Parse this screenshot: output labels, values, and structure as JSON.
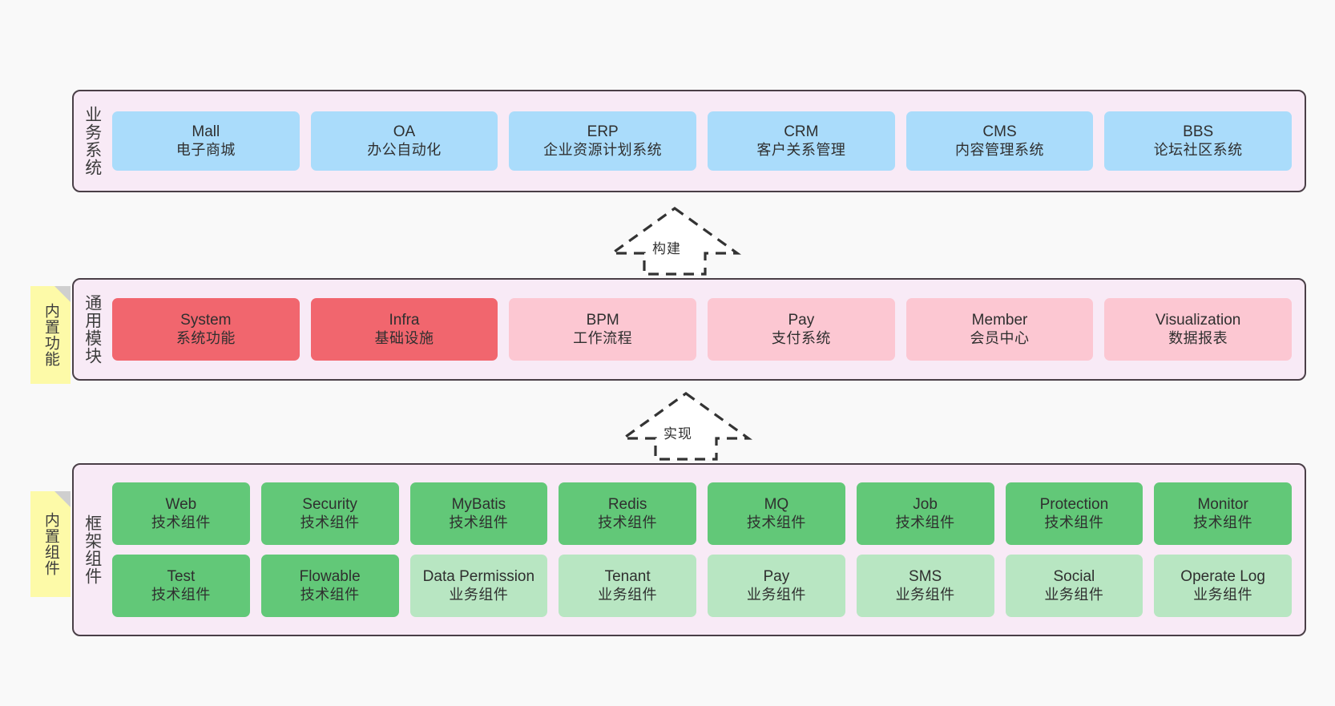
{
  "diagram": {
    "background_color": "#f9f9f9",
    "panel_color": "#f8eaf6",
    "panel_border_color": "#4a3f47",
    "sticky_color": "#fdfaa8"
  },
  "layers": [
    {
      "id": "business",
      "label": "业务系统",
      "sticky": null,
      "rows": [
        {
          "cards": [
            {
              "en": "Mall",
              "cn": "电子商城",
              "color": "#aadcfb",
              "style": "c-blue"
            },
            {
              "en": "OA",
              "cn": "办公自动化",
              "color": "#aadcfb",
              "style": "c-blue"
            },
            {
              "en": "ERP",
              "cn": "企业资源计划系统",
              "color": "#aadcfb",
              "style": "c-blue"
            },
            {
              "en": "CRM",
              "cn": "客户关系管理",
              "color": "#aadcfb",
              "style": "c-blue"
            },
            {
              "en": "CMS",
              "cn": "内容管理系统",
              "color": "#aadcfb",
              "style": "c-blue"
            },
            {
              "en": "BBS",
              "cn": "论坛社区系统",
              "color": "#aadcfb",
              "style": "c-blue"
            }
          ]
        }
      ]
    },
    {
      "id": "common",
      "label": "通用模块",
      "sticky": "内置功能",
      "rows": [
        {
          "cards": [
            {
              "en": "System",
              "cn": "系统功能",
              "color": "#f1666e",
              "style": "c-red"
            },
            {
              "en": "Infra",
              "cn": "基础设施",
              "color": "#f1666e",
              "style": "c-red"
            },
            {
              "en": "BPM",
              "cn": "工作流程",
              "color": "#fcc7d2",
              "style": "c-pink"
            },
            {
              "en": "Pay",
              "cn": "支付系统",
              "color": "#fcc7d2",
              "style": "c-pink"
            },
            {
              "en": "Member",
              "cn": "会员中心",
              "color": "#fcc7d2",
              "style": "c-pink"
            },
            {
              "en": "Visualization",
              "cn": "数据报表",
              "color": "#fcc7d2",
              "style": "c-pink"
            }
          ]
        }
      ]
    },
    {
      "id": "framework",
      "label": "框架组件",
      "sticky": "内置组件",
      "rows": [
        {
          "cards": [
            {
              "en": "Web",
              "cn": "技术组件",
              "color": "#62c878",
              "style": "c-green"
            },
            {
              "en": "Security",
              "cn": "技术组件",
              "color": "#62c878",
              "style": "c-green"
            },
            {
              "en": "MyBatis",
              "cn": "技术组件",
              "color": "#62c878",
              "style": "c-green"
            },
            {
              "en": "Redis",
              "cn": "技术组件",
              "color": "#62c878",
              "style": "c-green"
            },
            {
              "en": "MQ",
              "cn": "技术组件",
              "color": "#62c878",
              "style": "c-green"
            },
            {
              "en": "Job",
              "cn": "技术组件",
              "color": "#62c878",
              "style": "c-green"
            },
            {
              "en": "Protection",
              "cn": "技术组件",
              "color": "#62c878",
              "style": "c-green"
            },
            {
              "en": "Monitor",
              "cn": "技术组件",
              "color": "#62c878",
              "style": "c-green"
            }
          ]
        },
        {
          "cards": [
            {
              "en": "Test",
              "cn": "技术组件",
              "color": "#62c878",
              "style": "c-green"
            },
            {
              "en": "Flowable",
              "cn": "技术组件",
              "color": "#62c878",
              "style": "c-green"
            },
            {
              "en": "Data Permission",
              "cn": "业务组件",
              "color": "#b8e6c2",
              "style": "c-lightgreen"
            },
            {
              "en": "Tenant",
              "cn": "业务组件",
              "color": "#b8e6c2",
              "style": "c-lightgreen"
            },
            {
              "en": "Pay",
              "cn": "业务组件",
              "color": "#b8e6c2",
              "style": "c-lightgreen"
            },
            {
              "en": "SMS",
              "cn": "业务组件",
              "color": "#b8e6c2",
              "style": "c-lightgreen"
            },
            {
              "en": "Social",
              "cn": "业务组件",
              "color": "#b8e6c2",
              "style": "c-lightgreen"
            },
            {
              "en": "Operate Log",
              "cn": "业务组件",
              "color": "#b8e6c2",
              "style": "c-lightgreen"
            }
          ]
        }
      ]
    }
  ],
  "arrows": [
    {
      "id": "build",
      "label": "构建",
      "direction": "up",
      "style": "dashed-outline"
    },
    {
      "id": "impl",
      "label": "实现",
      "direction": "up",
      "style": "dashed-outline"
    }
  ]
}
